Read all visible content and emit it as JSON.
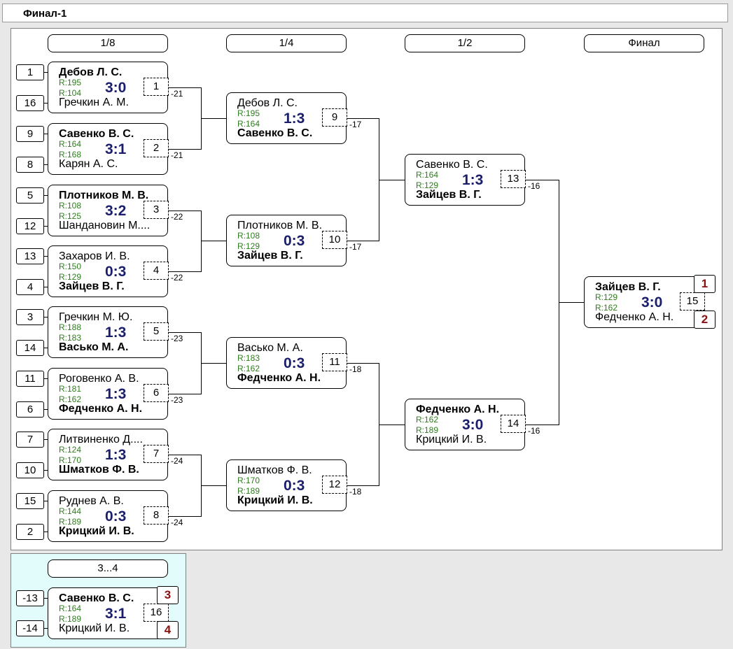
{
  "title": "Финал-1",
  "rounds": [
    "1/8",
    "1/4",
    "1/2",
    "Финал"
  ],
  "third_place_round": "3...4",
  "seeds": [
    "1",
    "16",
    "9",
    "8",
    "5",
    "12",
    "13",
    "4",
    "3",
    "14",
    "11",
    "6",
    "7",
    "10",
    "15",
    "2"
  ],
  "third_seeds": [
    "-13",
    "-14"
  ],
  "matches": [
    {
      "num": "1",
      "p1": "Дебов Л. С.",
      "p2": "Гречкин А. М.",
      "r1": "R:195",
      "r2": "R:104",
      "score": "3:0",
      "winner": 1,
      "drop": "-21"
    },
    {
      "num": "2",
      "p1": "Савенко В. С.",
      "p2": "Карян А. С.",
      "r1": "R:164",
      "r2": "R:168",
      "score": "3:1",
      "winner": 1,
      "drop": "-21"
    },
    {
      "num": "3",
      "p1": "Плотников М. В.",
      "p2": "Шандановин М....",
      "r1": "R:108",
      "r2": "R:125",
      "score": "3:2",
      "winner": 1,
      "drop": "-22"
    },
    {
      "num": "4",
      "p1": "Захаров И. В.",
      "p2": "Зайцев В. Г.",
      "r1": "R:150",
      "r2": "R:129",
      "score": "0:3",
      "winner": 2,
      "drop": "-22"
    },
    {
      "num": "5",
      "p1": "Гречкин М. Ю.",
      "p2": "Васько М. А.",
      "r1": "R:188",
      "r2": "R:183",
      "score": "1:3",
      "winner": 2,
      "drop": "-23"
    },
    {
      "num": "6",
      "p1": "Роговенко А. В.",
      "p2": "Федченко А. Н.",
      "r1": "R:181",
      "r2": "R:162",
      "score": "1:3",
      "winner": 2,
      "drop": "-23"
    },
    {
      "num": "7",
      "p1": "Литвиненко Д....",
      "p2": "Шматков Ф. В.",
      "r1": "R:124",
      "r2": "R:170",
      "score": "1:3",
      "winner": 2,
      "drop": "-24"
    },
    {
      "num": "8",
      "p1": "Руднев А. В.",
      "p2": "Крицкий И. В.",
      "r1": "R:144",
      "r2": "R:189",
      "score": "0:3",
      "winner": 2,
      "drop": "-24"
    },
    {
      "num": "9",
      "p1": "Дебов Л. С.",
      "p2": "Савенко В. С.",
      "r1": "R:195",
      "r2": "R:164",
      "score": "1:3",
      "winner": 2,
      "drop": "-17"
    },
    {
      "num": "10",
      "p1": "Плотников М. В.",
      "p2": "Зайцев В. Г.",
      "r1": "R:108",
      "r2": "R:129",
      "score": "0:3",
      "winner": 2,
      "drop": "-17"
    },
    {
      "num": "11",
      "p1": "Васько М. А.",
      "p2": "Федченко А. Н.",
      "r1": "R:183",
      "r2": "R:162",
      "score": "0:3",
      "winner": 2,
      "drop": "-18"
    },
    {
      "num": "12",
      "p1": "Шматков Ф. В.",
      "p2": "Крицкий И. В.",
      "r1": "R:170",
      "r2": "R:189",
      "score": "0:3",
      "winner": 2,
      "drop": "-18"
    },
    {
      "num": "13",
      "p1": "Савенко В. С.",
      "p2": "Зайцев В. Г.",
      "r1": "R:164",
      "r2": "R:129",
      "score": "1:3",
      "winner": 2,
      "drop": "-16"
    },
    {
      "num": "14",
      "p1": "Федченко А. Н.",
      "p2": "Крицкий И. В.",
      "r1": "R:162",
      "r2": "R:189",
      "score": "3:0",
      "winner": 1,
      "drop": "-16"
    },
    {
      "num": "15",
      "p1": "Зайцев В. Г.",
      "p2": "Федченко А. Н.",
      "r1": "R:129",
      "r2": "R:162",
      "score": "3:0",
      "winner": 1,
      "drop": ""
    },
    {
      "num": "16",
      "p1": "Савенко В. С.",
      "p2": "Крицкий И. В.",
      "r1": "R:164",
      "r2": "R:189",
      "score": "3:1",
      "winner": 1,
      "drop": ""
    }
  ],
  "final_places": [
    "1",
    "2"
  ],
  "third_places": [
    "3",
    "4"
  ],
  "colors": {
    "score": "#1b1f6b",
    "rating": "#2e7d1e",
    "place": "#8b1010",
    "third_bg": "#e2fcfc"
  }
}
